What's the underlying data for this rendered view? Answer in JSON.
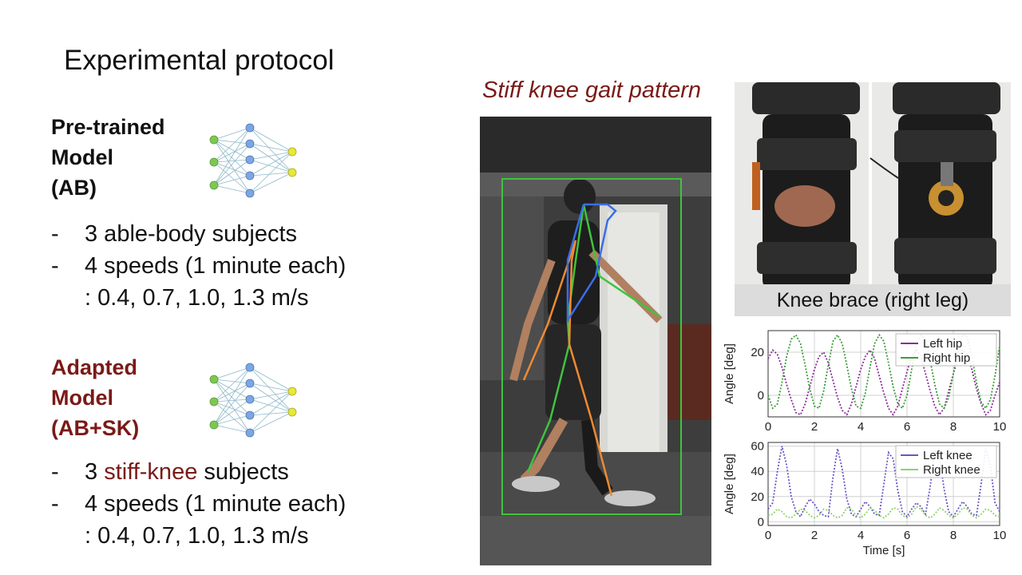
{
  "slide": {
    "title": "Experimental protocol",
    "pretrained": {
      "label_lines": [
        "Pre-trained",
        "Model",
        "(AB)"
      ],
      "bullets": [
        {
          "dash": "-",
          "text": "3 able-body subjects"
        },
        {
          "dash": "-",
          "text": "4 speeds (1 minute each)"
        }
      ],
      "speeds": ": 0.4, 0.7, 1.0, 1.3 m/s"
    },
    "adapted": {
      "label_lines": [
        "Adapted",
        "Model",
        "(AB+SK)"
      ],
      "bullet1_pre": "3 ",
      "bullet1_highlight": "stiff-knee",
      "bullet1_post": " subjects",
      "bullet2": "4 speeds (1 minute each)",
      "speeds": ": 0.4, 0.7, 1.0, 1.3 m/s",
      "dash": "-"
    },
    "video_title": "Stiff knee gait pattern",
    "brace_caption": "Knee brace (right leg)",
    "colors": {
      "dark_red": "#7a1a17",
      "node_green": "#7ec850",
      "node_blue": "#7ea6e0",
      "node_yellow": "#e8e83a"
    }
  },
  "chart_data": [
    {
      "type": "line",
      "title": "",
      "xlabel": "",
      "ylabel": "Angle [deg]",
      "xlim": [
        0,
        10
      ],
      "ylim": [
        -10,
        30
      ],
      "xticks": [
        "0",
        "2",
        "4",
        "6",
        "8",
        "10"
      ],
      "yticks": [
        "0",
        "20"
      ],
      "grid": true,
      "legend": "top-right",
      "series": [
        {
          "name": "Left hip",
          "color": "#8e2a9e",
          "x": [
            0,
            0.2,
            0.4,
            0.6,
            0.8,
            1.0,
            1.2,
            1.4,
            1.6,
            1.8,
            2.0,
            2.2,
            2.4,
            2.6,
            2.8,
            3.0,
            3.2,
            3.4,
            3.6,
            3.8,
            4.0,
            4.2,
            4.4,
            4.6,
            4.8,
            5.0,
            5.2,
            5.4,
            5.6,
            5.8,
            6.0,
            6.2,
            6.4,
            6.6,
            6.8,
            7.0,
            7.2,
            7.4,
            7.6,
            7.8,
            8.0,
            8.2,
            8.4,
            8.6,
            8.8,
            9.0,
            9.2,
            9.4,
            9.6,
            9.8,
            10.0
          ],
          "y": [
            17,
            21,
            19,
            13,
            5,
            -2,
            -8,
            -9,
            -4,
            4,
            12,
            18,
            20,
            15,
            7,
            -1,
            -7,
            -9,
            -4,
            4,
            12,
            18,
            21,
            17,
            9,
            1,
            -6,
            -9,
            -5,
            3,
            11,
            18,
            21,
            18,
            10,
            2,
            -5,
            -9,
            -6,
            2,
            10,
            17,
            21,
            19,
            12,
            3,
            -4,
            -9,
            -7,
            0,
            6
          ]
        },
        {
          "name": "Right hip",
          "color": "#3a9e3a",
          "x": [
            0,
            0.2,
            0.4,
            0.6,
            0.8,
            1.0,
            1.2,
            1.4,
            1.6,
            1.8,
            2.0,
            2.2,
            2.4,
            2.6,
            2.8,
            3.0,
            3.2,
            3.4,
            3.6,
            3.8,
            4.0,
            4.2,
            4.4,
            4.6,
            4.8,
            5.0,
            5.2,
            5.4,
            5.6,
            5.8,
            6.0,
            6.2,
            6.4,
            6.6,
            6.8,
            7.0,
            7.2,
            7.4,
            7.6,
            7.8,
            8.0,
            8.2,
            8.4,
            8.6,
            8.8,
            9.0,
            9.2,
            9.4,
            9.6,
            9.8,
            10.0
          ],
          "y": [
            0,
            -6,
            -4,
            6,
            18,
            26,
            28,
            24,
            14,
            3,
            -5,
            -6,
            2,
            14,
            25,
            28,
            24,
            14,
            3,
            -5,
            -6,
            1,
            13,
            24,
            28,
            25,
            15,
            4,
            -4,
            -6,
            0,
            12,
            23,
            28,
            26,
            16,
            5,
            -4,
            -6,
            -1,
            10,
            22,
            28,
            27,
            18,
            6,
            -3,
            -6,
            -2,
            9,
            23
          ]
        }
      ]
    },
    {
      "type": "line",
      "title": "",
      "xlabel": "Time [s]",
      "ylabel": "Angle [deg]",
      "xlim": [
        0,
        10
      ],
      "ylim": [
        -3,
        63
      ],
      "xticks": [
        "0",
        "2",
        "4",
        "6",
        "8",
        "10"
      ],
      "yticks": [
        "0",
        "20",
        "40",
        "60"
      ],
      "grid": true,
      "legend": "top-right",
      "series": [
        {
          "name": "Left knee",
          "color": "#6a55c8",
          "x": [
            0,
            0.2,
            0.4,
            0.6,
            0.8,
            1.0,
            1.2,
            1.4,
            1.6,
            1.8,
            2.0,
            2.2,
            2.4,
            2.6,
            2.8,
            3.0,
            3.2,
            3.4,
            3.6,
            3.8,
            4.0,
            4.2,
            4.4,
            4.6,
            4.8,
            5.0,
            5.2,
            5.4,
            5.6,
            5.8,
            6.0,
            6.2,
            6.4,
            6.6,
            6.8,
            7.0,
            7.2,
            7.4,
            7.6,
            7.8,
            8.0,
            8.2,
            8.4,
            8.6,
            8.8,
            9.0,
            9.2,
            9.4,
            9.6,
            9.8,
            10.0
          ],
          "y": [
            10,
            15,
            40,
            60,
            45,
            20,
            8,
            4,
            12,
            18,
            14,
            8,
            5,
            4,
            35,
            58,
            42,
            18,
            6,
            4,
            10,
            16,
            12,
            6,
            5,
            30,
            55,
            50,
            25,
            8,
            4,
            10,
            15,
            12,
            6,
            28,
            56,
            52,
            26,
            8,
            4,
            10,
            16,
            12,
            6,
            5,
            30,
            58,
            45,
            15,
            8
          ]
        },
        {
          "name": "Right knee",
          "color": "#8ed26a",
          "x": [
            0,
            0.2,
            0.4,
            0.6,
            0.8,
            1.0,
            1.2,
            1.4,
            1.6,
            1.8,
            2.0,
            2.2,
            2.4,
            2.6,
            2.8,
            3.0,
            3.2,
            3.4,
            3.6,
            3.8,
            4.0,
            4.2,
            4.4,
            4.6,
            4.8,
            5.0,
            5.2,
            5.4,
            5.6,
            5.8,
            6.0,
            6.2,
            6.4,
            6.6,
            6.8,
            7.0,
            7.2,
            7.4,
            7.6,
            7.8,
            8.0,
            8.2,
            8.4,
            8.6,
            8.8,
            9.0,
            9.2,
            9.4,
            9.6,
            9.8,
            10.0
          ],
          "y": [
            5,
            6,
            10,
            8,
            4,
            3,
            6,
            10,
            9,
            5,
            3,
            5,
            10,
            9,
            5,
            3,
            5,
            11,
            10,
            5,
            3,
            6,
            11,
            9,
            5,
            3,
            6,
            11,
            10,
            5,
            3,
            6,
            12,
            10,
            5,
            3,
            6,
            11,
            9,
            5,
            3,
            6,
            11,
            10,
            5,
            3,
            6,
            10,
            9,
            5,
            4
          ]
        }
      ]
    }
  ]
}
